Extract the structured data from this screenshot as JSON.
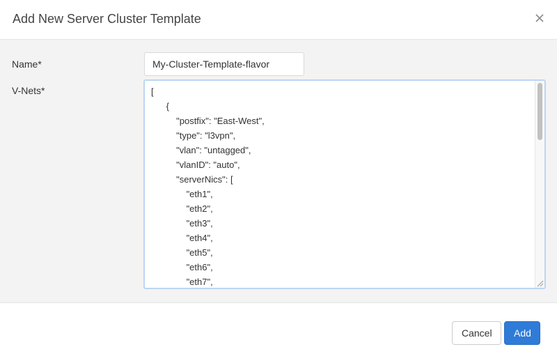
{
  "modal": {
    "title": "Add New Server Cluster Template",
    "close_icon": "close-icon"
  },
  "form": {
    "name_label": "Name*",
    "name_value": "My-Cluster-Template-flavor",
    "vnets_label": "V-Nets*",
    "vnets_value": "[\n      {\n          \"postfix\": \"East-West\",\n          \"type\": \"l3vpn\",\n          \"vlan\": \"untagged\",\n          \"vlanID\": \"auto\",\n          \"serverNics\": [\n              \"eth1\",\n              \"eth2\",\n              \"eth3\",\n              \"eth4\",\n              \"eth5\",\n              \"eth6\",\n              \"eth7\","
  },
  "footer": {
    "cancel_label": "Cancel",
    "add_label": "Add"
  },
  "colors": {
    "primary": "#2f7bd8",
    "body_bg": "#f3f3f3",
    "textarea_focus_border": "#bcd6f3"
  }
}
